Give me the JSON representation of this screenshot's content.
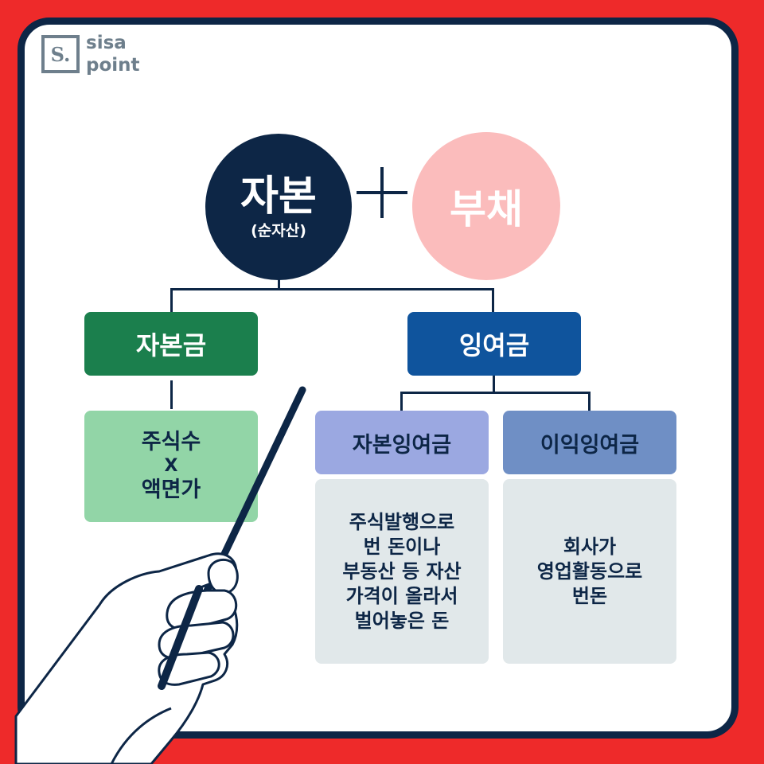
{
  "brand": {
    "mark": "S.",
    "line1": "sisa",
    "line2": "point"
  },
  "top": {
    "capital": {
      "label": "자본",
      "sub": "(순자산)"
    },
    "debt": {
      "label": "부채"
    }
  },
  "branches": {
    "capital_stock": {
      "label": "자본금",
      "formula": [
        "주식수",
        "X",
        "액면가"
      ]
    },
    "surplus": {
      "label": "잉여금",
      "capital_surplus": {
        "label": "자본잉여금",
        "desc": [
          "주식발행으로",
          "번 돈이나",
          "부동산 등 자산",
          "가격이 올라서",
          "벌어놓은 돈"
        ]
      },
      "earned_surplus": {
        "label": "이익잉여금",
        "desc": [
          "회사가",
          "영업활동으로",
          "번돈"
        ]
      }
    }
  },
  "colors": {
    "background": "#ee2a2a",
    "navy": "#0d2646",
    "pink": "#fbbcbc",
    "green": "#1b7f4d",
    "light_green": "#92d5a7",
    "blue": "#0f549d",
    "periwinkle": "#9ba8e1",
    "steel_blue": "#6f8fc5",
    "light_gray": "#e1e8ea",
    "logo_gray": "#6e7f8c"
  }
}
